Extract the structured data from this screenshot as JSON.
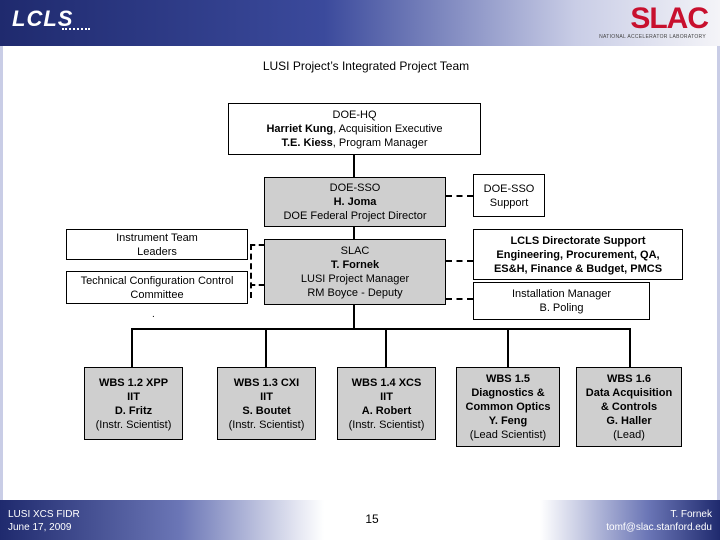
{
  "header": {
    "lcls_logo": "LCLS",
    "slac_logo": "SLAC",
    "slac_sub": "NATIONAL ACCELERATOR LABORATORY"
  },
  "title": "LUSI Project’s Integrated Project Team",
  "doe_hq": {
    "org": "DOE-HQ",
    "line1_name": "Harriet Kung",
    "line1_role": ", Acquisition Executive",
    "line2_name": "T.E. Kiess",
    "line2_role": ", Program Manager"
  },
  "doe_sso": {
    "org": "DOE-SSO",
    "name": "H. Joma",
    "role": "DOE Federal Project Director"
  },
  "doe_sso_support": {
    "line1": "DOE-SSO",
    "line2": "Support"
  },
  "instrument_team": {
    "line1": "Instrument Team",
    "line2": "Leaders"
  },
  "tech_config": {
    "line1": "Technical Configuration Control",
    "line2": "Committee"
  },
  "slac_pm": {
    "org": "SLAC",
    "name": "T. Fornek",
    "role": "LUSI Project Manager",
    "deputy": "RM Boyce - Deputy"
  },
  "lcls_support": {
    "line1": "LCLS Directorate Support",
    "line2": "Engineering, Procurement, QA,",
    "line3": "ES&H, Finance & Budget, PMCS"
  },
  "install_mgr": {
    "line1": "Installation Manager",
    "line2": "B. Poling"
  },
  "stray_mark": ".",
  "wbs": [
    {
      "l1": "WBS 1.2  XPP",
      "l2": "IIT",
      "l3": "D. Fritz",
      "l4": "(Instr. Scientist)"
    },
    {
      "l1": "WBS 1.3  CXI",
      "l2": "IIT",
      "l3": "S. Boutet",
      "l4": "(Instr. Scientist)"
    },
    {
      "l1": "WBS 1.4  XCS",
      "l2": "IIT",
      "l3": "A. Robert",
      "l4": "(Instr. Scientist)"
    },
    {
      "l1": "WBS 1.5",
      "l2": "Diagnostics &",
      "l3": "Common Optics",
      "l4": "Y. Feng",
      "l5": "(Lead Scientist)"
    },
    {
      "l1": "WBS 1.6",
      "l2": "Data Acquisition",
      "l3": "& Controls",
      "l4": "G. Haller",
      "l5": "(Lead)"
    }
  ],
  "footer": {
    "left1": "LUSI XCS FIDR",
    "left2": "June 17, 2009",
    "page": "15",
    "right1": "T. Fornek",
    "right2": "tomf@slac.stanford.edu"
  }
}
